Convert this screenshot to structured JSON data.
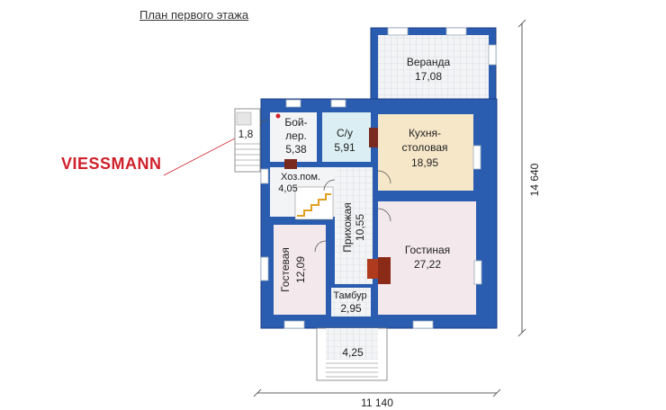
{
  "title": "План первого этажа",
  "brand": {
    "name": "VIESSMANN",
    "color": "#d0202b"
  },
  "colors": {
    "wall": "#2a5db0",
    "wall_border": "#1c3e85",
    "tile_floor": "#f0f2f4",
    "kitchen_floor": "#f6e7c9",
    "living_floor": "#f3e8ec",
    "dim_line": "#333333"
  },
  "rooms": {
    "veranda": {
      "name": "Веранда",
      "area": "17,08"
    },
    "boiler": {
      "name_top": "Бой-",
      "name_bottom": "лер.",
      "area": "5,38"
    },
    "bathroom": {
      "name": "С/у",
      "area": "5,91"
    },
    "kitchen": {
      "name_top": "Кухня-",
      "name_bottom": "столовая",
      "area": "18,95"
    },
    "utility": {
      "name": "Хоз.пом.",
      "area": "4,05"
    },
    "hall": {
      "name": "Прихожая",
      "area": "10,55"
    },
    "guest": {
      "name": "Гостевая",
      "area": "12,09"
    },
    "living": {
      "name": "Гостиная",
      "area": "27,22"
    },
    "vestibule": {
      "name": "Тамбур",
      "area": "2,95"
    },
    "porch_side": {
      "area": "1,8"
    },
    "porch_front": {
      "area": "4,25"
    }
  },
  "dimensions": {
    "width": "11 140",
    "height": "14 640"
  }
}
